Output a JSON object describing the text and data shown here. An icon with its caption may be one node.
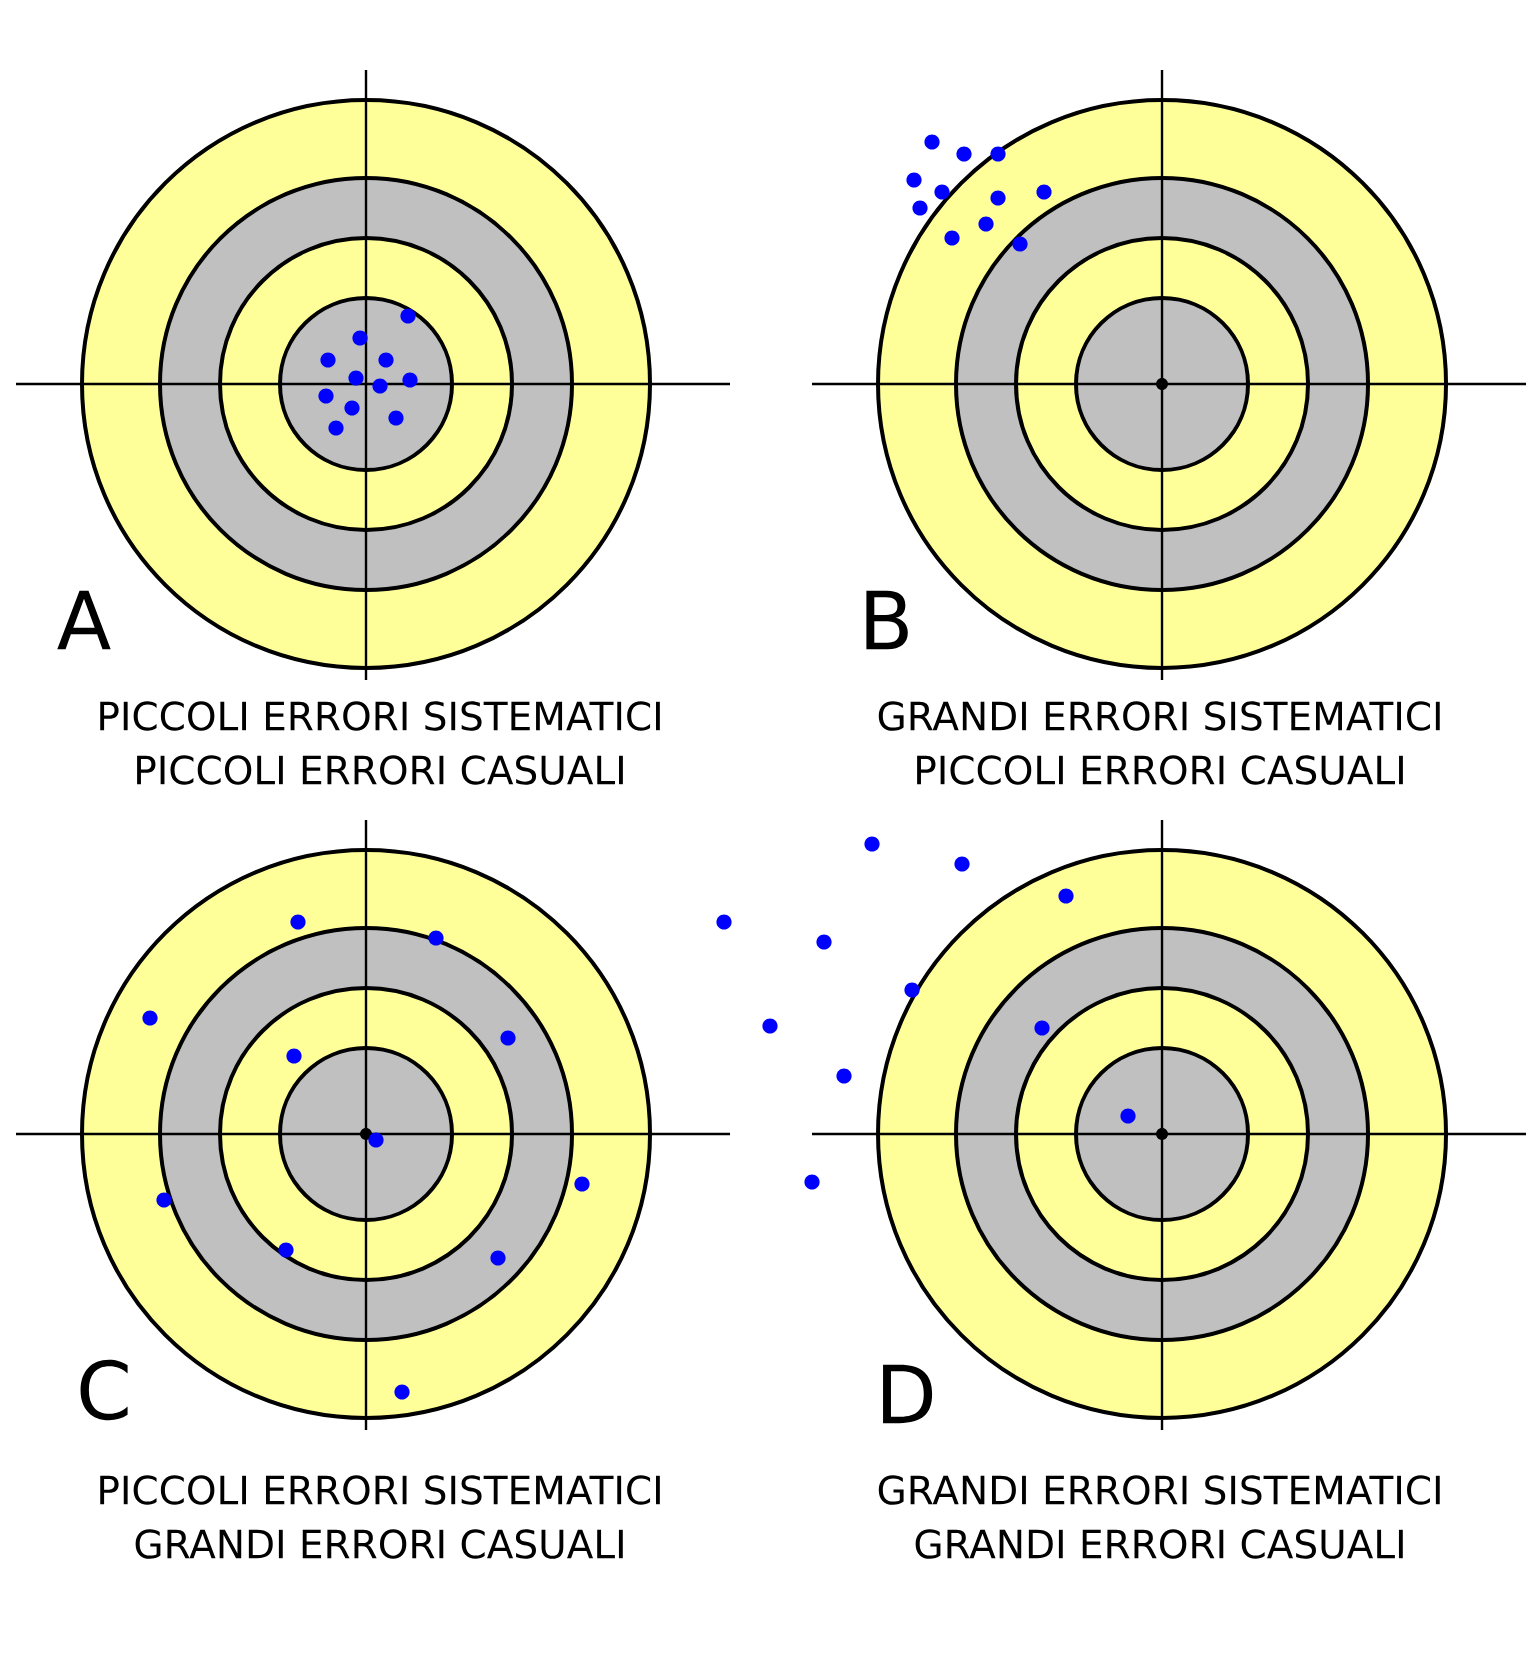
{
  "diagram": {
    "labels": [
      "A",
      "PICCOLI ERRORI SISTEMATICI",
      "PICCOLI ERRORI CASUALI",
      "B",
      "GRANDI ERRORI SISTEMATICI",
      "PICCOLI ERRORI CASUALI",
      "C",
      "PICCOLI ERRORI SISTEMATICI",
      "GRANDI ERRORI CASUALI",
      "D",
      "GRANDI ERRORI SISTEMATICI",
      "GRANDI ERRORI CASUALI"
    ]
  }
}
